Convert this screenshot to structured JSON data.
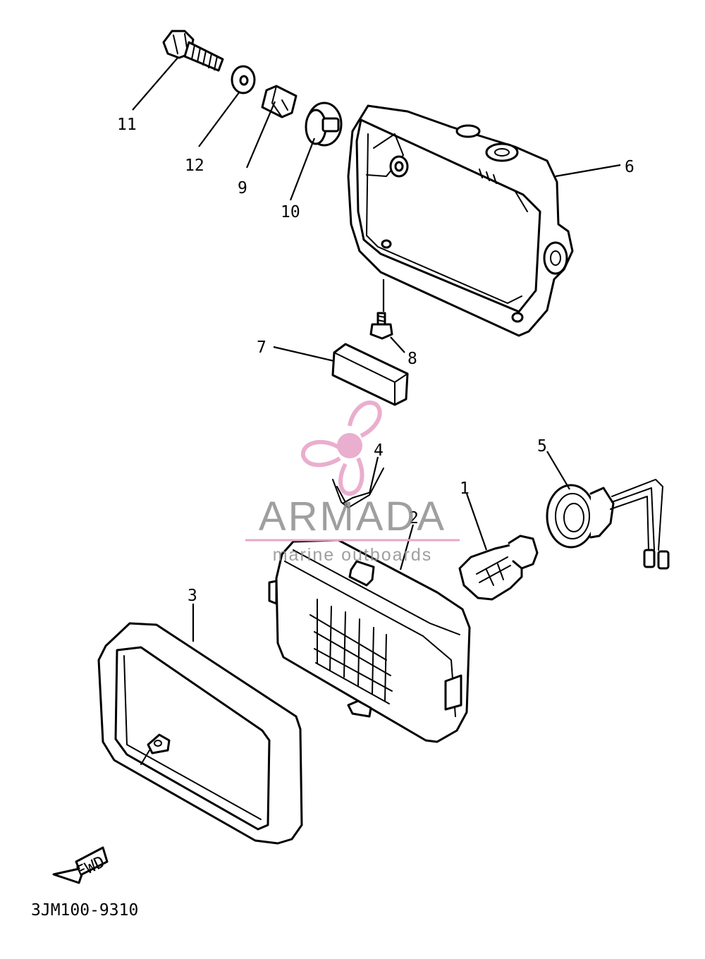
{
  "diagram": {
    "code": "3JM100-9310",
    "fwd_label": "FWD",
    "callouts": [
      "1",
      "2",
      "3",
      "4",
      "5",
      "6",
      "7",
      "8",
      "9",
      "10",
      "11",
      "12"
    ]
  },
  "watermark": {
    "name": "ARMADA",
    "tagline": "marine outboards",
    "icon": "propeller-logo-icon",
    "colors": {
      "pink": "#e8a6c9",
      "grey": "#8f8f8f"
    }
  }
}
